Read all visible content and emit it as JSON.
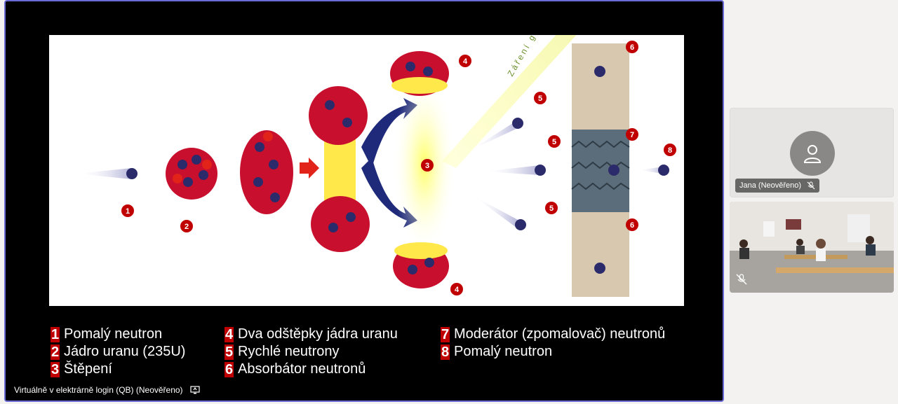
{
  "slide": {
    "diagram_text": {
      "gamma": "Záření gama",
      "labels": [
        "1",
        "2",
        "3",
        "4",
        "4",
        "5",
        "5",
        "5",
        "6",
        "6",
        "7",
        "8"
      ]
    },
    "legend": [
      {
        "num": "1",
        "text": "Pomalý neutron"
      },
      {
        "num": "2",
        "text": "Jádro uranu (235U)"
      },
      {
        "num": "3",
        "text": "Štěpení"
      },
      {
        "num": "4",
        "text": "Dva odštěpky jádra uranu"
      },
      {
        "num": "5",
        "text": "Rychlé neutrony"
      },
      {
        "num": "6",
        "text": "Absorbátor neutronů"
      },
      {
        "num": "7",
        "text": "Moderátor (zpomalovač) neutronů"
      },
      {
        "num": "8",
        "text": "Pomalý neutron"
      }
    ]
  },
  "presenter": {
    "name": "Virtuálně v elektrárně login (QB) (Neověřeno)",
    "icon": "screen-share-icon"
  },
  "participants": [
    {
      "name": "Jana (Neověřeno)",
      "icon": "mic-off-icon"
    },
    {
      "name": "",
      "icon": "mic-off-icon"
    }
  ],
  "colors": {
    "stage_border": "#6b6bd8",
    "label_red": "#c00000",
    "nucleus_red": "#c8102e",
    "nucleus_blue": "#2b2a6b"
  }
}
